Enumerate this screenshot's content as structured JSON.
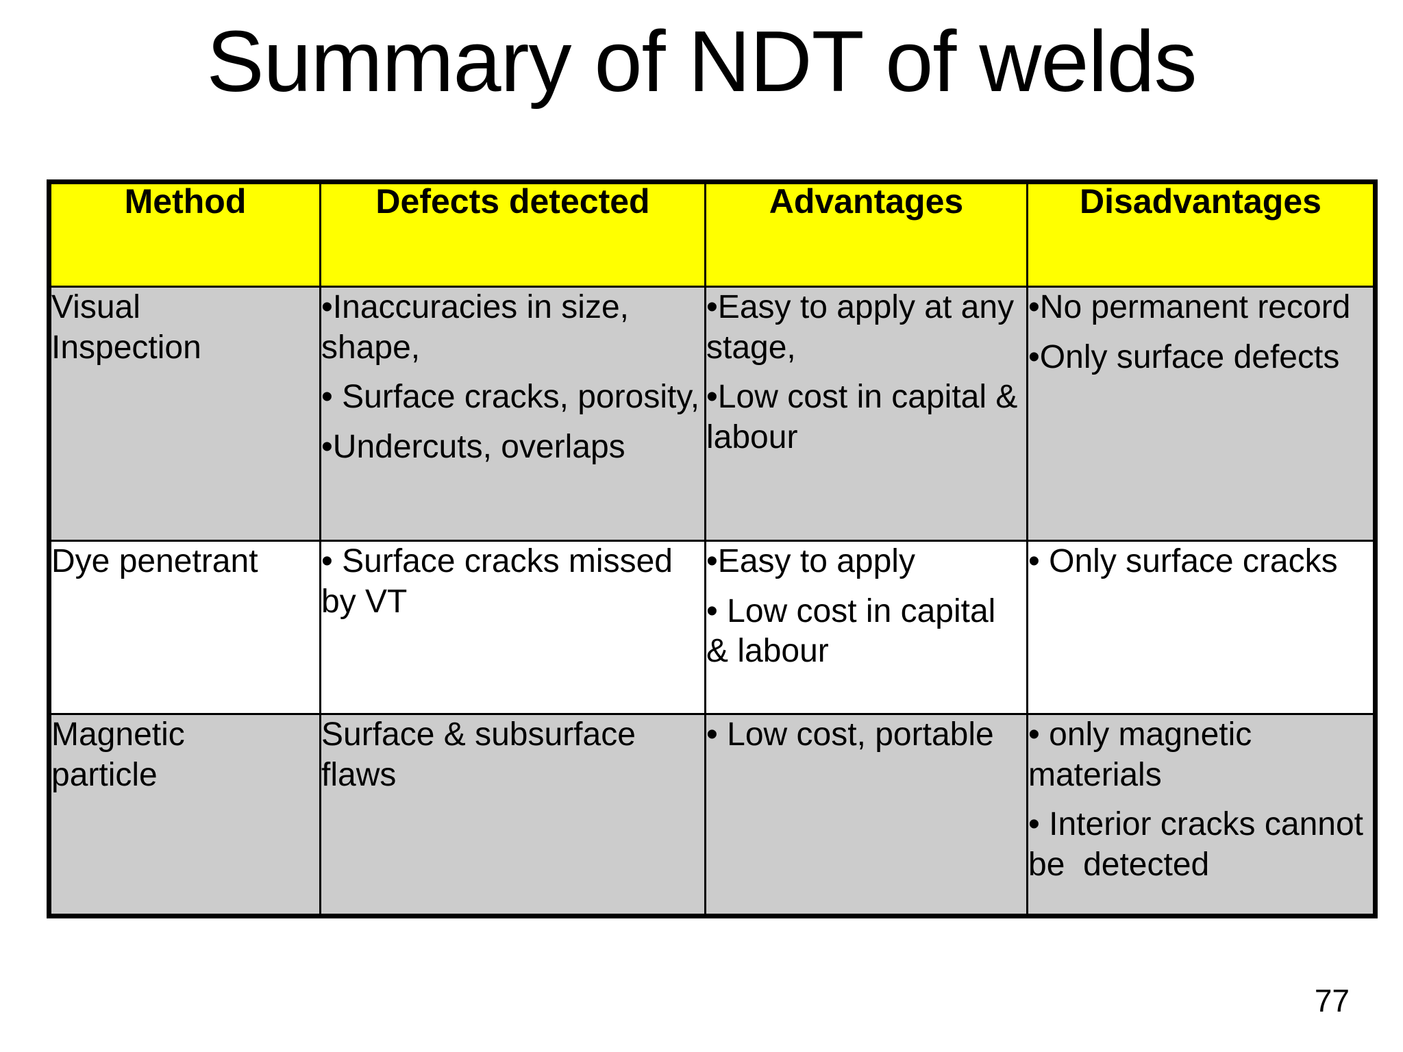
{
  "slide": {
    "title": "Summary of NDT of welds",
    "page_number": "77",
    "colors": {
      "header_background": "#ffff00",
      "shaded_row_background": "#cccccc",
      "plain_row_background": "#ffffff",
      "border": "#000000",
      "text": "#000000",
      "slide_background": "#ffffff"
    }
  },
  "table": {
    "headers": [
      "Method",
      "Defects detected",
      "Advantages",
      "Disadvantages"
    ],
    "rows": [
      {
        "shaded": true,
        "method": "Visual\nInspection",
        "defects": [
          "•Inaccuracies in size, shape,",
          "• Surface cracks, porosity,",
          "•Undercuts, overlaps"
        ],
        "advantages": [
          "•Easy to apply at any stage,",
          "•Low cost in capital & labour"
        ],
        "disadvantages": [
          "•No permanent record",
          "•Only surface defects"
        ]
      },
      {
        "shaded": false,
        "method": "Dye penetrant",
        "defects": [
          "• Surface cracks missed by VT"
        ],
        "advantages": [
          "•Easy to apply",
          "• Low cost in capital & labour"
        ],
        "disadvantages": [
          "• Only surface cracks"
        ]
      },
      {
        "shaded": true,
        "method": "Magnetic\nparticle",
        "defects": [
          "Surface & subsurface flaws"
        ],
        "advantages": [
          "• Low cost, portable"
        ],
        "disadvantages": [
          "• only magnetic materials",
          "• Interior cracks cannot be  detected"
        ]
      }
    ]
  }
}
